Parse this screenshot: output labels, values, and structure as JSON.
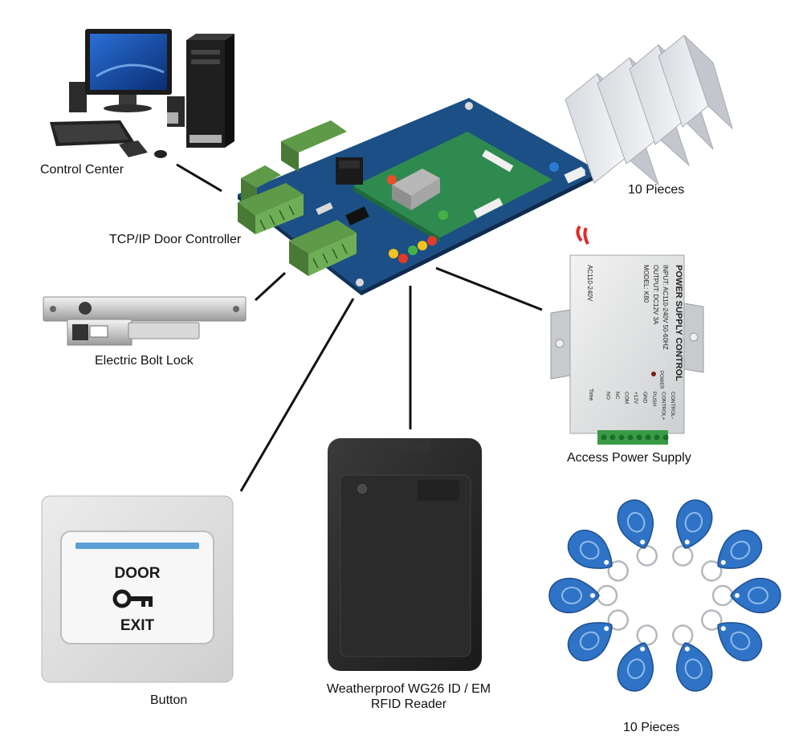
{
  "labels": {
    "control_center": "Control Center",
    "door_controller": "TCP/IP Door Controller",
    "cards_count": "10 Pieces",
    "power_supply": "Access Power Supply",
    "bolt_lock": "Electric Bolt Lock",
    "button": "Button",
    "reader_line1": "Weatherproof  WG26 ID / EM",
    "reader_line2": "RFID Reader",
    "keyfobs_count": "10 Pieces"
  },
  "exit_button": {
    "top_text": "DOOR",
    "bottom_text": "EXIT"
  },
  "power_box": {
    "title": "POWER SUPPLY CONTROL",
    "spec_input": "INPUT: AC110-240V 50-60HZ",
    "spec_output": "OUTPUT: DC12V  3A",
    "spec_model": "MODEL: K80",
    "side_label": "AC110-240V",
    "power_indicator": "POWER",
    "terminals": [
      "CONTROL-",
      "CONTROL+",
      "PUSH",
      "GND",
      "+12V",
      "COM",
      "NC",
      "NO"
    ],
    "time_label": "Time"
  },
  "colors": {
    "pcb": "#1c4f86",
    "terminal": "#5e9a47",
    "keyfob": "#2f73c6",
    "reader": "#262626",
    "connector": "#111111"
  }
}
